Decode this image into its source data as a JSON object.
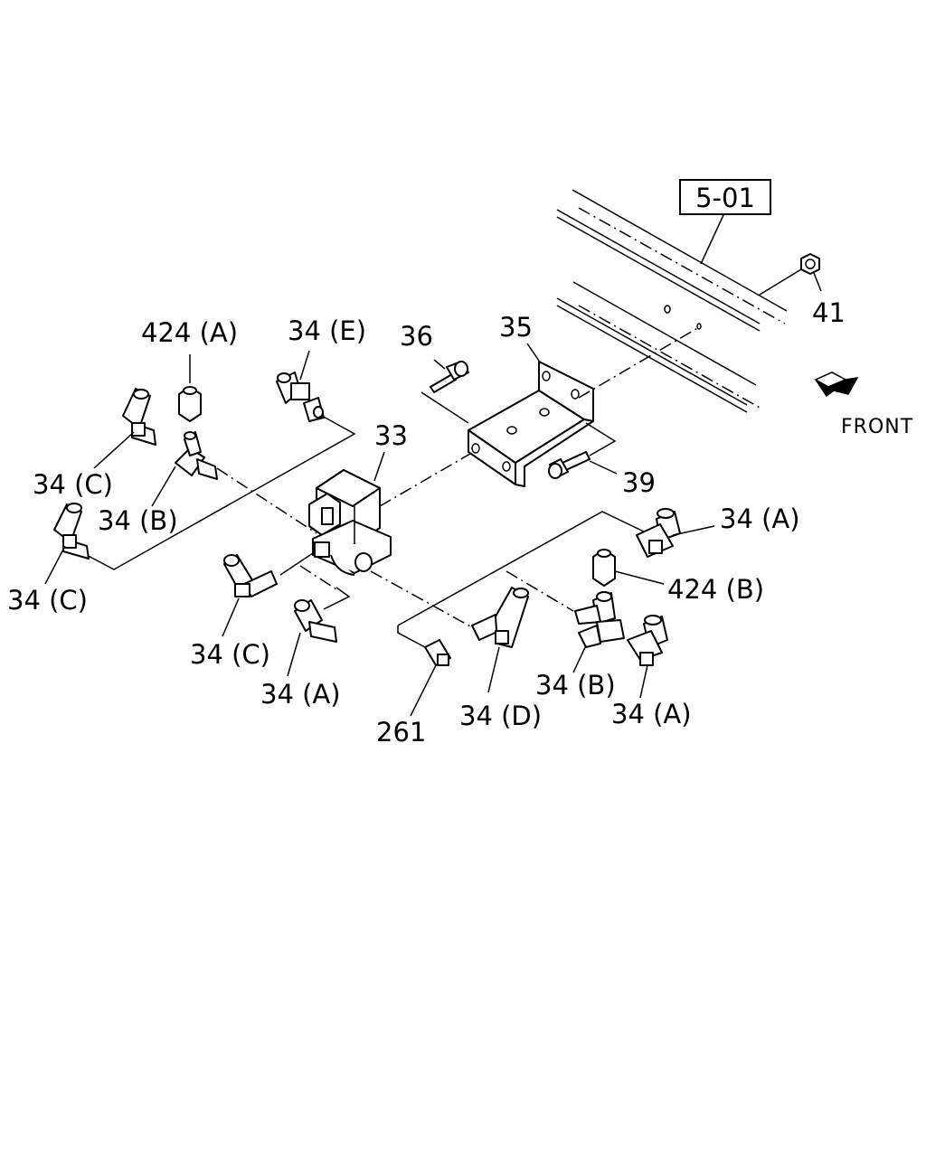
{
  "diagram": {
    "reference_box": "5-01",
    "direction_label": "FRONT",
    "labels": {
      "l_41": "41",
      "l_424a": "424 (A)",
      "l_34e": "34 (E)",
      "l_36": "36",
      "l_35": "35",
      "l_33": "33",
      "l_34c_top": "34 (C)",
      "l_34b_left": "34 (B)",
      "l_34c_left": "34 (C)",
      "l_39": "39",
      "l_34a_right": "34 (A)",
      "l_424b": "424 (B)",
      "l_34c_mid": "34 (C)",
      "l_34a_mid": "34 (A)",
      "l_261": "261",
      "l_34d": "34 (D)",
      "l_34b_right": "34 (B)",
      "l_34a_bottom": "34 (A)"
    }
  }
}
